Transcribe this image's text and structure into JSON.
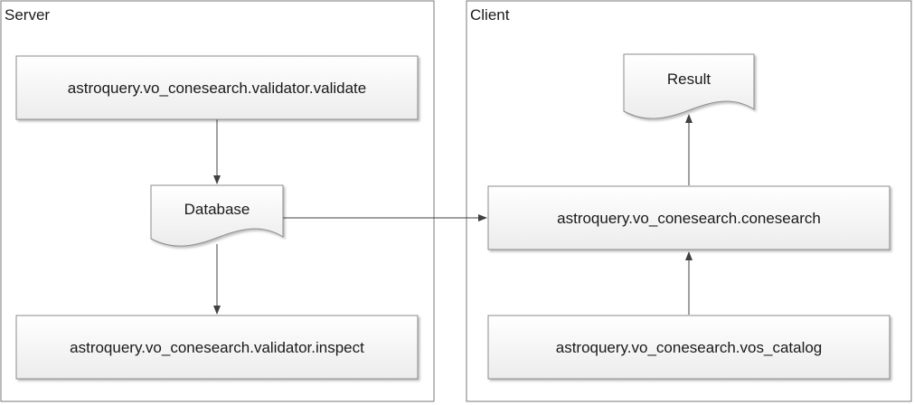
{
  "panels": {
    "server": {
      "label": "Server"
    },
    "client": {
      "label": "Client"
    }
  },
  "nodes": {
    "validate": {
      "label": "astroquery.vo_conesearch.validator.validate",
      "shape": "process"
    },
    "database": {
      "label": "Database",
      "shape": "document"
    },
    "inspect": {
      "label": "astroquery.vo_conesearch.validator.inspect",
      "shape": "process"
    },
    "result": {
      "label": "Result",
      "shape": "document"
    },
    "conesearch": {
      "label": "astroquery.vo_conesearch.conesearch",
      "shape": "process"
    },
    "vos_catalog": {
      "label": "astroquery.vo_conesearch.vos_catalog",
      "shape": "process"
    }
  },
  "edges": [
    {
      "from": "validate",
      "to": "database"
    },
    {
      "from": "database",
      "to": "inspect"
    },
    {
      "from": "database",
      "to": "conesearch"
    },
    {
      "from": "vos_catalog",
      "to": "conesearch"
    },
    {
      "from": "conesearch",
      "to": "result"
    }
  ],
  "colors": {
    "panel_border": "#7a7a7a",
    "node_fill": "#f0f0f0",
    "node_fill_light": "#ffffff",
    "node_border": "#8c8c8c",
    "edge": "#404040"
  }
}
